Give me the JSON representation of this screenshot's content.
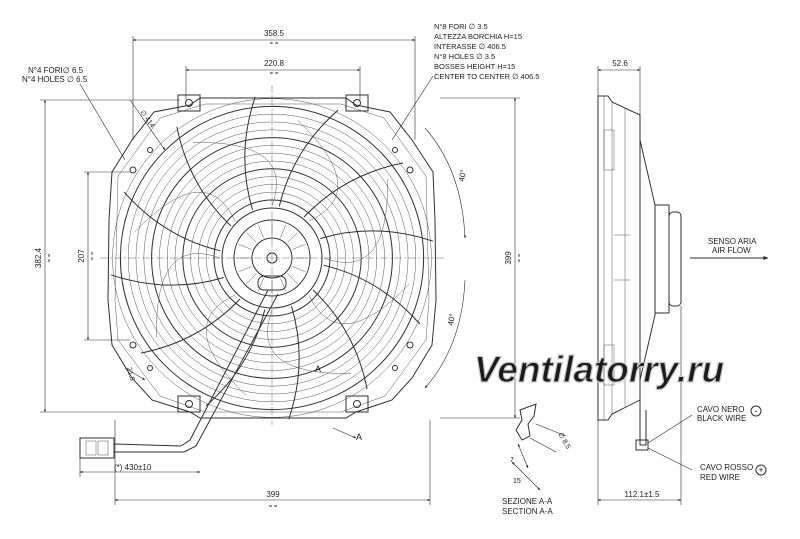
{
  "dimensions": {
    "d_358_5": "358.5",
    "d_220_8": "220.8",
    "d_52_6": "52.6",
    "d_382_4": "382.4",
    "d_207": "207",
    "d_399_v": "399",
    "d_399_h": "399",
    "d_112_1": "112.1±1.5",
    "d_430": "(*) 430±10",
    "d_414": "∅ 414",
    "d_21_5": "21.5",
    "d_8_5": "∅ 8.5",
    "d_7": "7",
    "d_15": "15",
    "angle_top": "40°",
    "angle_bottom": "40°",
    "eq": "= ="
  },
  "notes": {
    "top_right": [
      "N°8  FORI ∅ 3.5",
      "ALTEZZA BORCHIA H=15",
      "INTERASSE  ∅ 406.5",
      "N°8  HOLES  ∅ 3.5",
      "BOSSES HEIGHT H=15",
      "CENTER TO CENTER  ∅ 406.5"
    ],
    "holes": [
      "N°4 FORI∅ 6.5",
      "N°4 HOLES ∅ 6.5"
    ],
    "airflow": [
      "SENSO ARIA",
      "AIR FLOW"
    ],
    "black_wire": [
      "CAVO NERO",
      "BLACK WIRE"
    ],
    "red_wire": [
      "CAVO ROSSO",
      "RED WIRE"
    ],
    "section": [
      "SEZIONE A-A",
      "SECTION A-A"
    ],
    "section_marker": "A",
    "minus_sign": "-",
    "plus_sign": "+"
  },
  "watermark": "Ventilatorry.ru"
}
